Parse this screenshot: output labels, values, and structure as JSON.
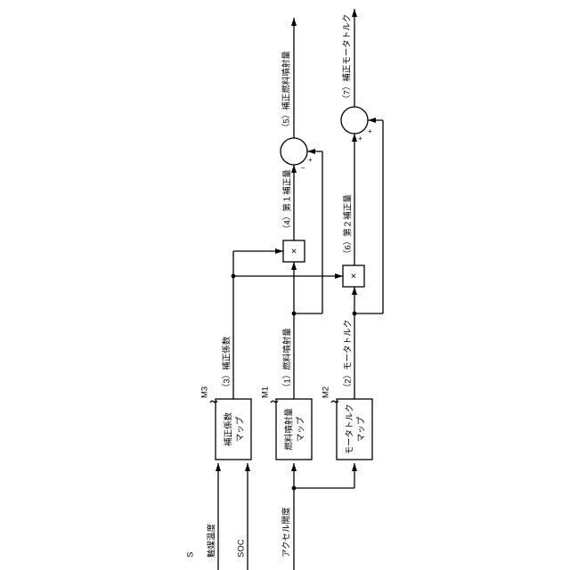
{
  "figure_label": "S",
  "inputs": {
    "catalyst_temp": "触媒温度",
    "soc": "SOC",
    "accel": "アクセル開度"
  },
  "blocks": {
    "m3": {
      "tag": "M3",
      "line1": "補正係数",
      "line2": "マップ"
    },
    "m1": {
      "tag": "M1",
      "line1": "燃料噴射量",
      "line2": "マップ"
    },
    "m2": {
      "tag": "M2",
      "line1": "モータトルク",
      "line2": "マップ"
    }
  },
  "signals": {
    "s1": "（1）燃料噴射量",
    "s2": "（2）モータトルク",
    "s3": "（3）補正係数",
    "s4": "（4）第１補正量",
    "s5": "（5）補正燃料噴射量",
    "s6": "（6）第２補正量",
    "s7": "（7）補正モータトルク"
  },
  "operators": {
    "multiply": "×",
    "plus": "+",
    "minus": "−"
  }
}
